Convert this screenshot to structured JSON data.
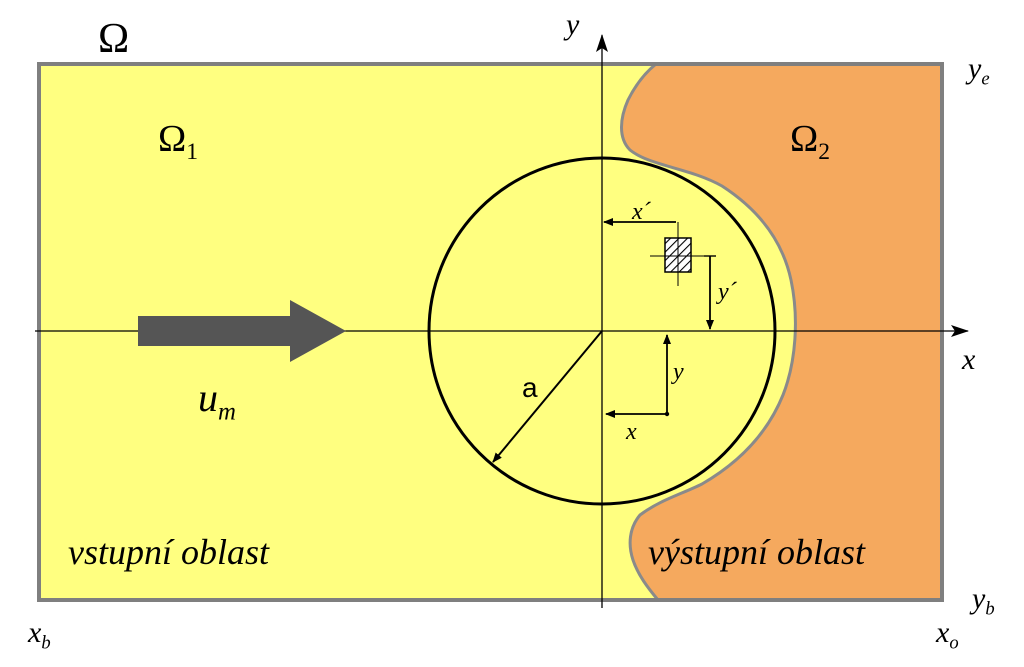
{
  "diagram": {
    "domain_symbol": "Ω",
    "region1": {
      "symbol": "Ω",
      "subscript": "1",
      "label": "vstupní oblast"
    },
    "region2": {
      "symbol": "Ω",
      "subscript": "2",
      "label": "výstupní oblast"
    },
    "axes": {
      "x": "x",
      "y": "y"
    },
    "flow_velocity": {
      "symbol": "u",
      "subscript": "m"
    },
    "radius_label": "a",
    "point_coords": {
      "x": "x",
      "y": "y"
    },
    "element_coords": {
      "x": "x´",
      "y": "y´"
    },
    "bounds": {
      "x_begin": {
        "symbol": "x",
        "subscript": "b"
      },
      "x_end": {
        "symbol": "x",
        "subscript": "o"
      },
      "y_begin": {
        "symbol": "y",
        "subscript": "b"
      },
      "y_end": {
        "symbol": "y",
        "subscript": "e"
      }
    },
    "colors": {
      "region1": "#FFFF80",
      "region2": "#F5A95E",
      "border": "#7f7f7f",
      "arrow": "#555555",
      "line": "#000000"
    }
  }
}
